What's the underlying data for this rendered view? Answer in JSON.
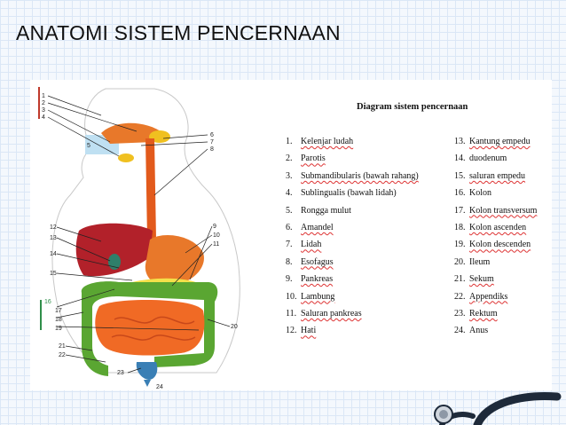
{
  "slide_title": "ANATOMI SISTEM PENCERNAAN",
  "legend_title": "Diagram sistem pencernaan",
  "legend_left": [
    {
      "num": "1.",
      "label": "Kelenjar ludah"
    },
    {
      "num": "2.",
      "label": "Parotis"
    },
    {
      "num": "3.",
      "label": "Submandibularis (bawah rahang)"
    },
    {
      "num": "4.",
      "label": "Sublingualis (bawah lidah)"
    },
    {
      "num": "5.",
      "label": "Rongga mulut"
    },
    {
      "num": "6.",
      "label": "Amandel"
    },
    {
      "num": "7.",
      "label": "Lidah"
    },
    {
      "num": "8.",
      "label": "Esofagus"
    },
    {
      "num": "9.",
      "label": "Pankreas"
    },
    {
      "num": "10.",
      "label": "Lambung"
    },
    {
      "num": "11.",
      "label": "Saluran pankreas"
    },
    {
      "num": "12.",
      "label": "Hati"
    }
  ],
  "legend_right": [
    {
      "num": "13.",
      "label": "Kantung empedu"
    },
    {
      "num": "14.",
      "label": "duodenum"
    },
    {
      "num": "15.",
      "label": "saluran empedu"
    },
    {
      "num": "16.",
      "label": "Kolon"
    },
    {
      "num": "17.",
      "label": "Kolon transversum"
    },
    {
      "num": "18.",
      "label": "Kolon ascenden"
    },
    {
      "num": "19.",
      "label": "Kolon descenden"
    },
    {
      "num": "20.",
      "label": "Ileum"
    },
    {
      "num": "21.",
      "label": "Sekum"
    },
    {
      "num": "22.",
      "label": "Appendiks"
    },
    {
      "num": "23.",
      "label": "Rektum"
    },
    {
      "num": "24.",
      "label": "Anus"
    }
  ],
  "diagram_numbers": [
    "1",
    "2",
    "3",
    "4",
    "5",
    "6",
    "7",
    "8",
    "9",
    "10",
    "11",
    "12",
    "13",
    "14",
    "15",
    "16",
    "17",
    "18",
    "19",
    "20",
    "21",
    "22",
    "23",
    "24"
  ],
  "colors": {
    "liver": "#b2212a",
    "stomach": "#e8782a",
    "small_intestine": "#f06a25",
    "colon": "#5aa632",
    "esophagus": "#e25a1c",
    "gland": "#f0c020",
    "rectum": "#3a7fb5"
  }
}
